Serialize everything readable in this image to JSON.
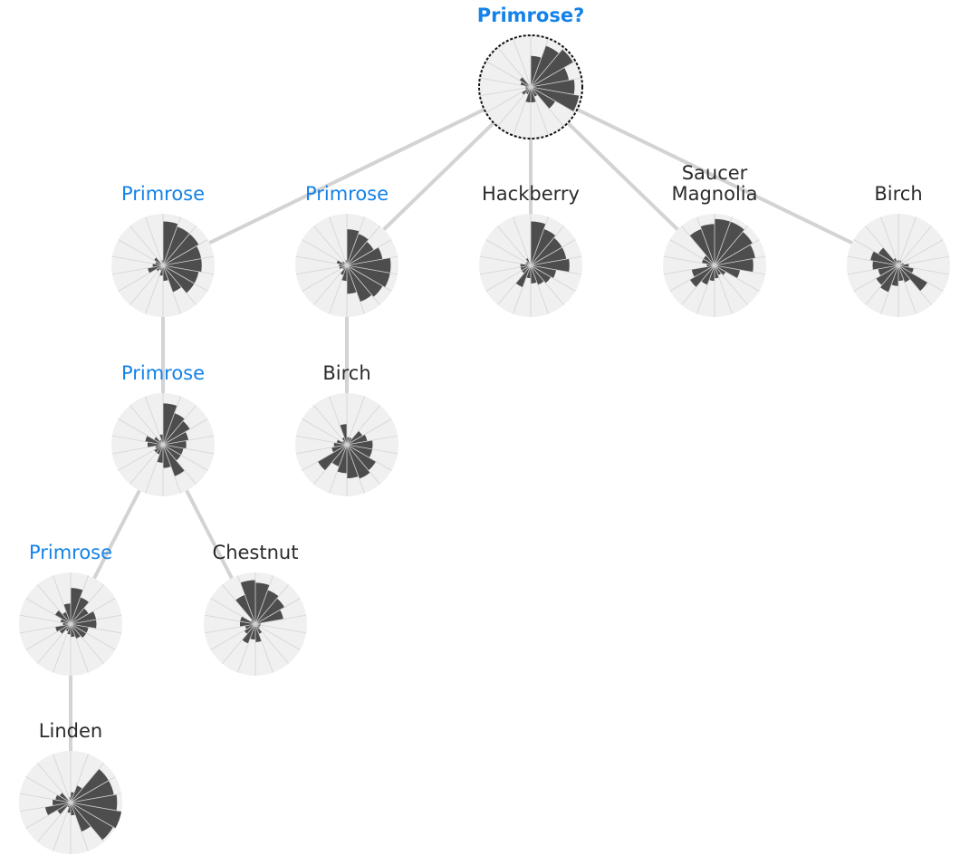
{
  "colors": {
    "highlight": "#1482e8",
    "text": "#2b2b2b",
    "edge": "#d3d3d3",
    "disc": "#f0f0f0",
    "spoke": "#d4d4d4",
    "wedge": "#4d4d4d",
    "ring": "#111111"
  },
  "nodes": [
    {
      "id": "root",
      "lines": [
        "Primrose?"
      ],
      "highlight": true,
      "root": true,
      "petals": [
        0.6,
        0.85,
        0.95,
        0.75,
        0.85,
        0.95,
        0.55,
        0.2,
        0.3,
        0.3,
        0.15,
        0.2,
        0.1,
        0.1,
        0.2,
        0.25,
        0.05,
        0.05
      ]
    },
    {
      "id": "p1",
      "lines": [
        "Primrose"
      ],
      "highlight": true,
      "petals": [
        0.85,
        0.8,
        0.8,
        0.75,
        0.75,
        0.7,
        0.7,
        0.55,
        0.3,
        0.2,
        0.1,
        0.15,
        0.3,
        0.2,
        0.15,
        0.2,
        0.05,
        0.1
      ]
    },
    {
      "id": "p2",
      "lines": [
        "Primrose"
      ],
      "highlight": true,
      "petals": [
        0.7,
        0.65,
        0.6,
        0.7,
        0.85,
        0.85,
        0.8,
        0.75,
        0.55,
        0.3,
        0.2,
        0.1,
        0.15,
        0.15,
        0.2,
        0.1,
        0.05,
        0.1
      ]
    },
    {
      "id": "hack",
      "lines": [
        "Hackberry"
      ],
      "highlight": false,
      "petals": [
        0.85,
        0.75,
        0.7,
        0.7,
        0.75,
        0.5,
        0.45,
        0.4,
        0.35,
        0.25,
        0.45,
        0.2,
        0.2,
        0.2,
        0.1,
        0.1,
        0.15,
        0.05
      ]
    },
    {
      "id": "sauc",
      "lines": [
        "Saucer",
        "Magnolia"
      ],
      "highlight": false,
      "petals": [
        0.9,
        0.9,
        0.85,
        0.8,
        0.75,
        0.5,
        0.25,
        0.2,
        0.25,
        0.3,
        0.4,
        0.55,
        0.45,
        0.15,
        0.25,
        0.25,
        0.75,
        0.8
      ]
    },
    {
      "id": "birch1",
      "lines": [
        "Birch"
      ],
      "highlight": false,
      "petals": [
        0.1,
        0.1,
        0.05,
        0.1,
        0.2,
        0.3,
        0.65,
        0.35,
        0.3,
        0.4,
        0.55,
        0.5,
        0.4,
        0.5,
        0.55,
        0.45,
        0.15,
        0.1
      ]
    },
    {
      "id": "pp",
      "lines": [
        "Primrose"
      ],
      "highlight": true,
      "petals": [
        0.8,
        0.65,
        0.6,
        0.5,
        0.45,
        0.4,
        0.4,
        0.65,
        0.45,
        0.35,
        0.2,
        0.2,
        0.15,
        0.3,
        0.35,
        0.2,
        0.1,
        0.2
      ]
    },
    {
      "id": "birch2",
      "lines": [
        "Birch"
      ],
      "highlight": false,
      "petals": [
        0.15,
        0.15,
        0.35,
        0.4,
        0.5,
        0.5,
        0.65,
        0.7,
        0.65,
        0.55,
        0.45,
        0.65,
        0.3,
        0.25,
        0.2,
        0.1,
        0.15,
        0.4
      ]
    },
    {
      "id": "ppp",
      "lines": [
        "Primrose"
      ],
      "highlight": true,
      "petals": [
        0.7,
        0.55,
        0.4,
        0.5,
        0.5,
        0.35,
        0.35,
        0.3,
        0.25,
        0.2,
        0.15,
        0.25,
        0.3,
        0.15,
        0.2,
        0.35,
        0.25,
        0.4
      ]
    },
    {
      "id": "chest",
      "lines": [
        "Chestnut"
      ],
      "highlight": false,
      "petals": [
        0.8,
        0.7,
        0.65,
        0.55,
        0.1,
        0.1,
        0.1,
        0.2,
        0.35,
        0.3,
        0.4,
        0.25,
        0.2,
        0.3,
        0.3,
        0.1,
        0.6,
        0.85
      ]
    },
    {
      "id": "linden",
      "lines": [
        "Linden"
      ],
      "highlight": false,
      "petals": [
        0.2,
        0.35,
        0.85,
        0.85,
        0.9,
        1.0,
        0.95,
        0.6,
        0.25,
        0.2,
        0.1,
        0.3,
        0.5,
        0.35,
        0.3,
        0.25,
        0.05,
        0.1
      ]
    }
  ],
  "edges": [
    [
      "root",
      "p1"
    ],
    [
      "root",
      "p2"
    ],
    [
      "root",
      "hack"
    ],
    [
      "root",
      "sauc"
    ],
    [
      "root",
      "birch1"
    ],
    [
      "p1",
      "pp"
    ],
    [
      "p2",
      "birch2"
    ],
    [
      "pp",
      "ppp"
    ],
    [
      "pp",
      "chest"
    ],
    [
      "ppp",
      "linden"
    ]
  ]
}
